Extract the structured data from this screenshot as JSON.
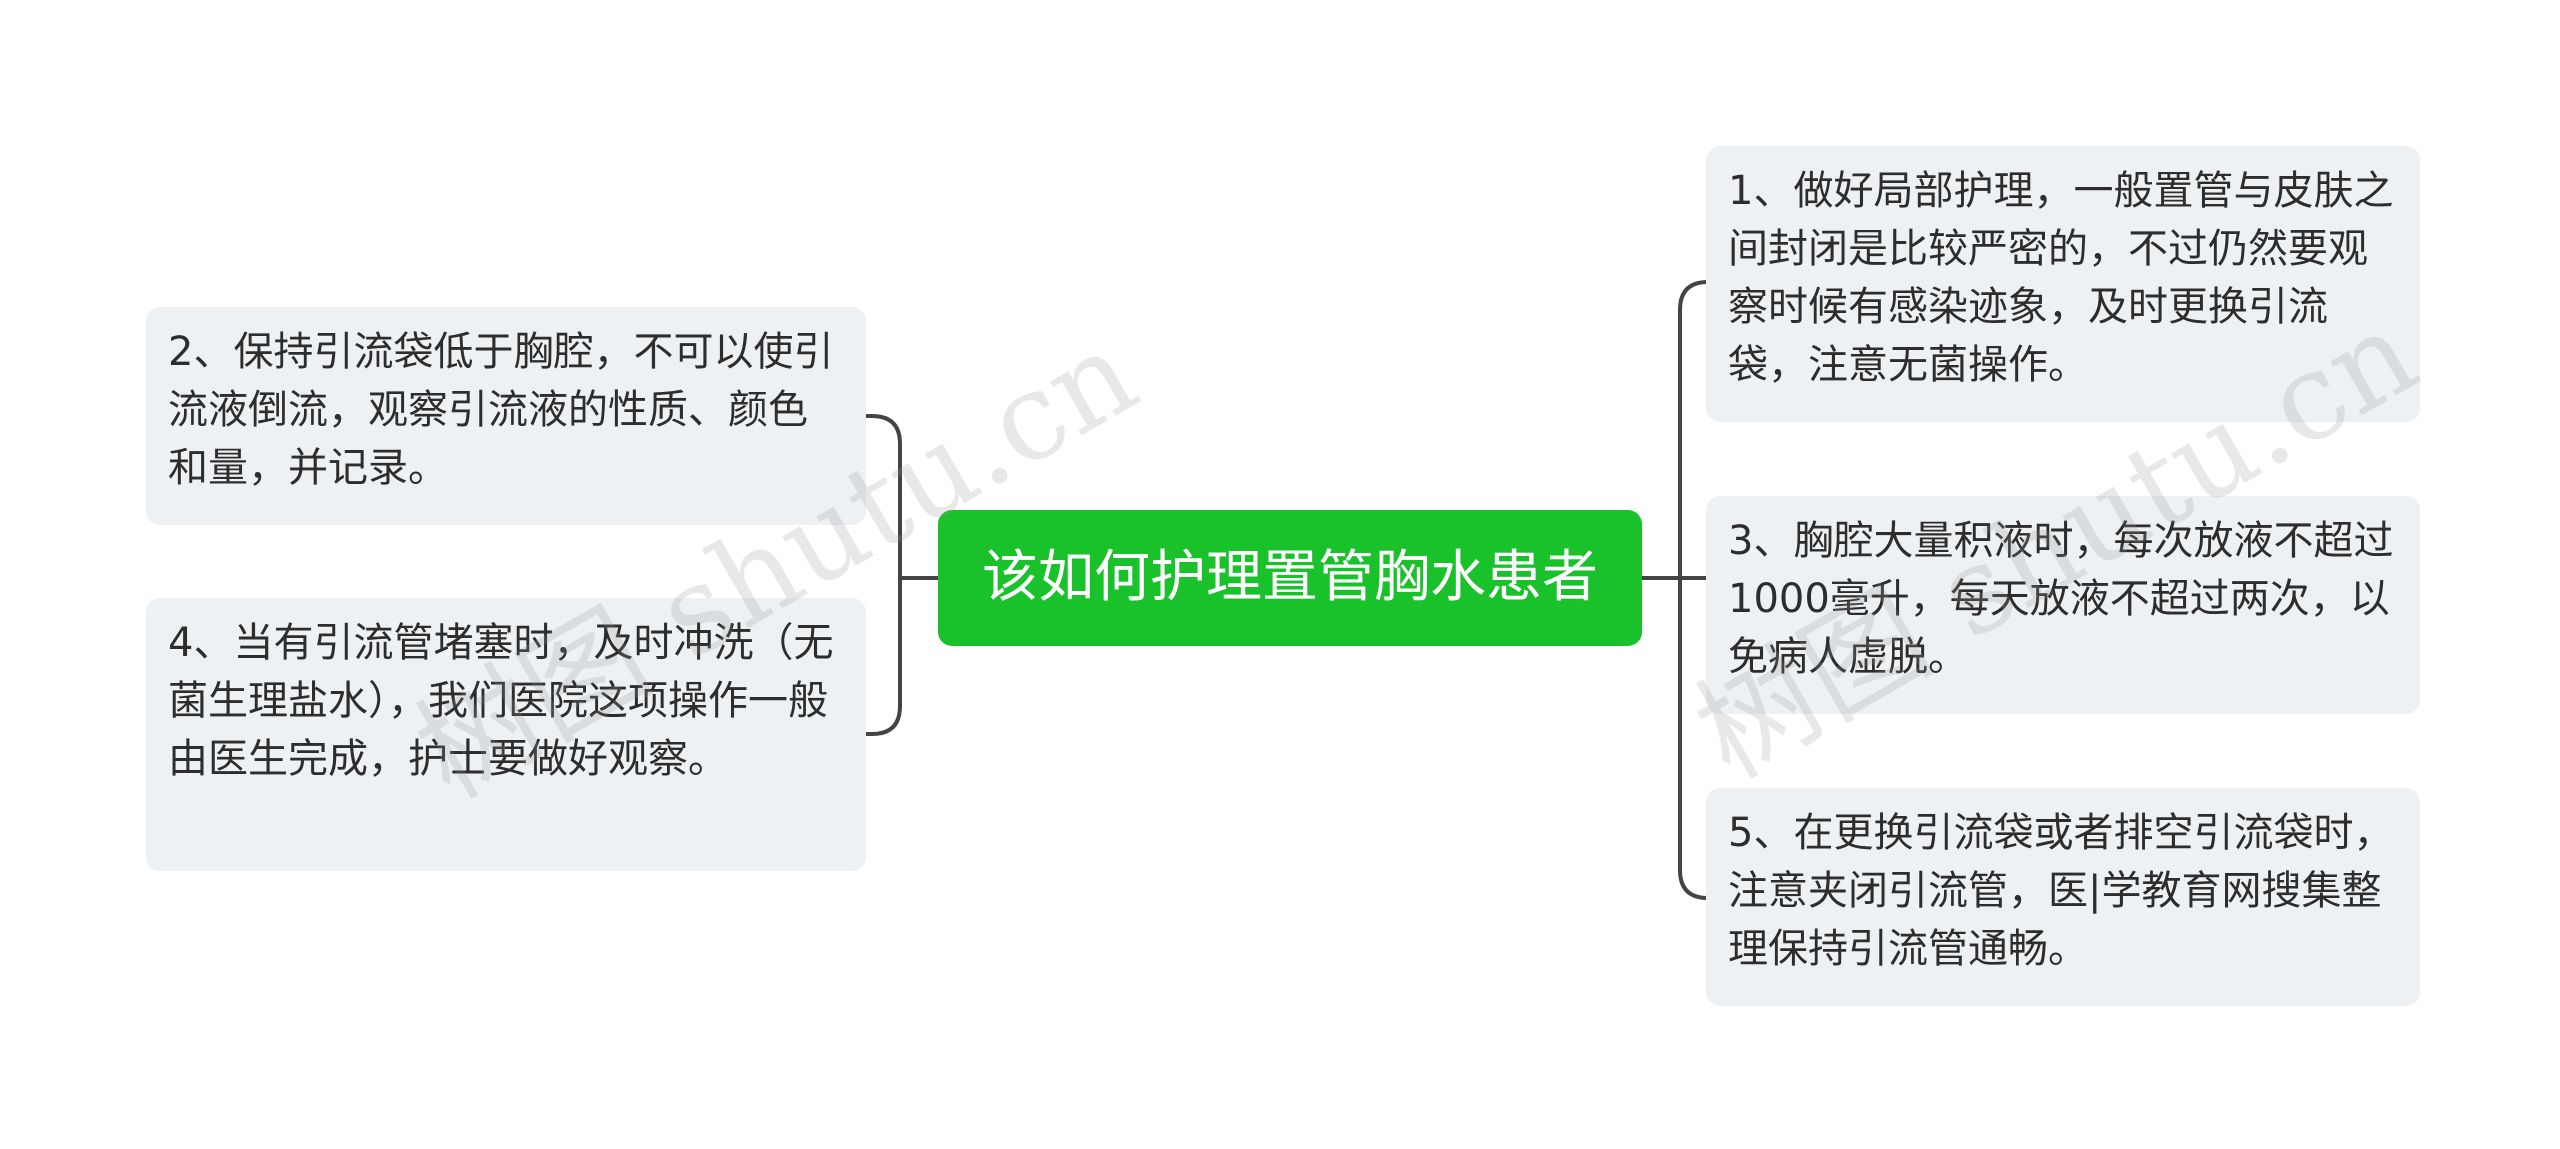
{
  "central_topic": "该如何护理置管胸水患者",
  "left_branches": [
    {
      "text": "2、保持引流袋低于胸腔，不可以使引流液倒流，观察引流液的性质、颜色和量，并记录。"
    },
    {
      "text": "4、当有引流管堵塞时，及时冲洗（无菌生理盐水），我们医院这项操作一般由医生完成，护士要做好观察。"
    }
  ],
  "right_branches": [
    {
      "text": "1、做好局部护理，一般置管与皮肤之间封闭是比较严密的，不过仍然要观察时候有感染迹象，及时更换引流袋，注意无菌操作。"
    },
    {
      "text": "3、胸腔大量积液时，每次放液不超过1000毫升，每天放液不超过两次，以免病人虚脱。"
    },
    {
      "text": "5、在更换引流袋或者排空引流袋时，注意夹闭引流管，医|学教育网搜集整理保持引流管通畅。"
    }
  ],
  "watermarks": [
    "树图 shutu.cn",
    "树图 shutu.cn"
  ],
  "colors": {
    "root_fill": "#19c22b",
    "node_fill": "#eef1f4",
    "connector": "#444444"
  }
}
